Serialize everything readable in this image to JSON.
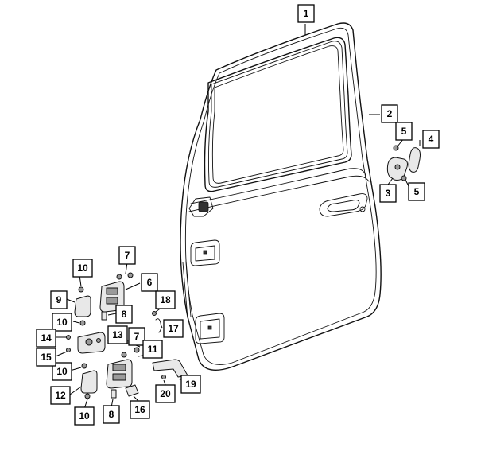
{
  "diagram": {
    "callouts": [
      {
        "id": "c1",
        "label": "1"
      },
      {
        "id": "c2",
        "label": "2"
      },
      {
        "id": "c3",
        "label": "3"
      },
      {
        "id": "c4",
        "label": "4"
      },
      {
        "id": "c5a",
        "label": "5"
      },
      {
        "id": "c5b",
        "label": "5"
      },
      {
        "id": "c6",
        "label": "6"
      },
      {
        "id": "c7a",
        "label": "7"
      },
      {
        "id": "c7b",
        "label": "7"
      },
      {
        "id": "c8a",
        "label": "8"
      },
      {
        "id": "c8b",
        "label": "8"
      },
      {
        "id": "c9",
        "label": "9"
      },
      {
        "id": "c10a",
        "label": "10"
      },
      {
        "id": "c10b",
        "label": "10"
      },
      {
        "id": "c10c",
        "label": "10"
      },
      {
        "id": "c10d",
        "label": "10"
      },
      {
        "id": "c11",
        "label": "11"
      },
      {
        "id": "c12",
        "label": "12"
      },
      {
        "id": "c13",
        "label": "13"
      },
      {
        "id": "c14",
        "label": "14"
      },
      {
        "id": "c15",
        "label": "15"
      },
      {
        "id": "c16",
        "label": "16"
      },
      {
        "id": "c17",
        "label": "17"
      },
      {
        "id": "c18",
        "label": "18"
      },
      {
        "id": "c19",
        "label": "19"
      },
      {
        "id": "c20",
        "label": "20"
      }
    ]
  }
}
